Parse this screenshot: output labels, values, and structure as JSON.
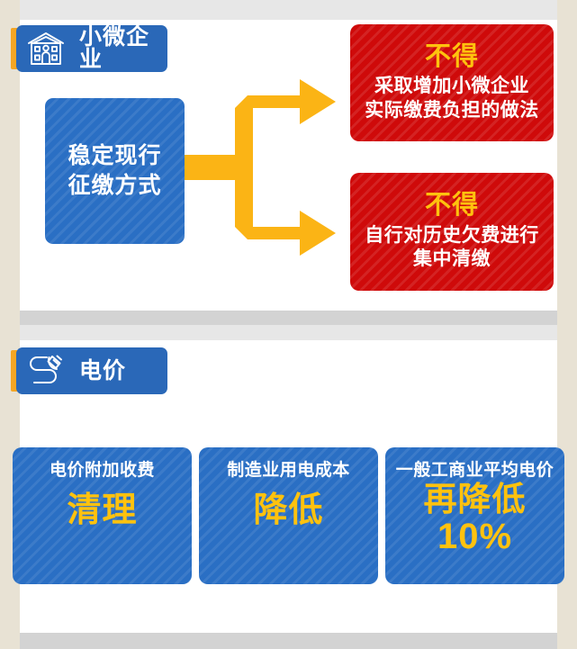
{
  "sections": [
    {
      "id": "small-micro-enterprise",
      "badge": {
        "label": "小微企业",
        "icon": "house-icon"
      },
      "source": {
        "line1": "稳定现行",
        "line2": "征缴方式"
      },
      "outcomes": [
        {
          "heading": "不得",
          "lines": [
            "采取增加小微企业",
            "实际缴费负担的做法"
          ]
        },
        {
          "heading": "不得",
          "lines": [
            "自行对历史欠费进行",
            "集中清缴"
          ]
        }
      ]
    },
    {
      "id": "electricity-price",
      "badge": {
        "label": "电价",
        "icon": "power-plug-icon"
      },
      "cards": [
        {
          "title": "电价附加收费",
          "value": "清理",
          "value2": ""
        },
        {
          "title": "制造业用电成本",
          "value": "降低",
          "value2": ""
        },
        {
          "title": "一般工商业平均电价",
          "value": "再降低",
          "value2": "10%"
        }
      ]
    }
  ],
  "colors": {
    "badge_blue": "#2a68b8",
    "panel_blue": "#2a6fc4",
    "panel_red": "#cf0a0a",
    "accent_orange": "#f5a623",
    "highlight_gold": "#ffc20e",
    "arrow_gold": "#fbb415",
    "margin_beige": "#e8e2d4",
    "band_gray_dark": "#d3d3d3",
    "band_gray_light": "#e7e7e7"
  }
}
